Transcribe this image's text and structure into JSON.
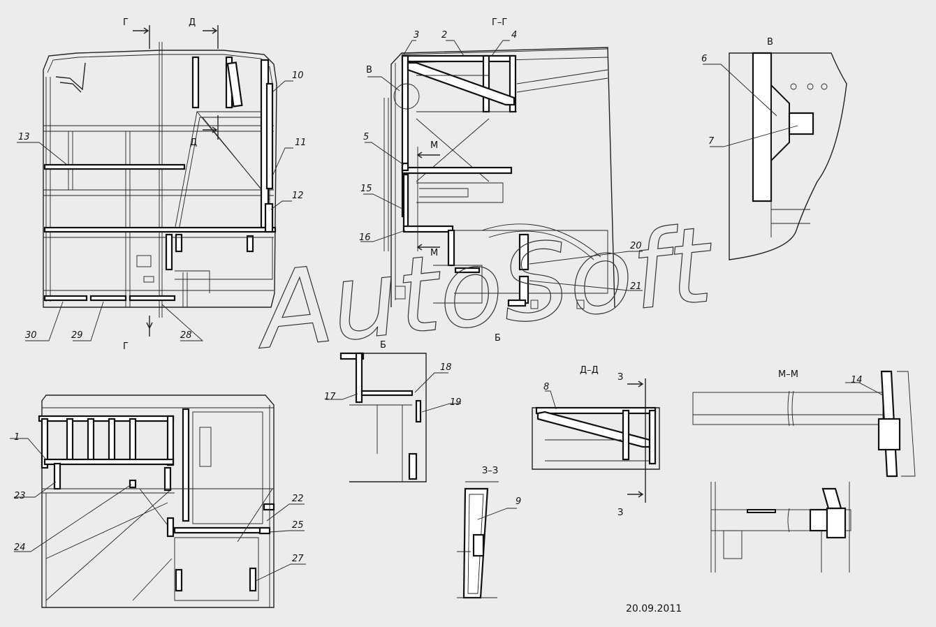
{
  "watermark": "AutoSoft",
  "date": "20.09.2011",
  "section_labels": {
    "g_top": "Г",
    "d_top": "Д",
    "d_mid": "Д",
    "g_bottom": "Г",
    "gg": "Г–Г",
    "v_left": "В",
    "v_right": "В",
    "m_top": "М",
    "m_bottom": "М",
    "b_view": "Б",
    "b_arrow": "Б",
    "dd": "Д–Д",
    "z_top": "З",
    "z_bottom": "З",
    "zz": "З–З",
    "mm": "М–М"
  },
  "callouts": {
    "c1": "1",
    "c2": "2",
    "c3": "3",
    "c4": "4",
    "c5": "5",
    "c6": "6",
    "c7": "7",
    "c8": "8",
    "c9": "9",
    "c10": "10",
    "c11": "11",
    "c12": "12",
    "c13": "13",
    "c14": "14",
    "c15": "15",
    "c16": "16",
    "c17": "17",
    "c18": "18",
    "c19": "19",
    "c20": "20",
    "c21": "21",
    "c22": "22",
    "c23": "23",
    "c24": "24",
    "c25": "25",
    "c27": "27",
    "c28": "28",
    "c29": "29",
    "c30": "30"
  }
}
